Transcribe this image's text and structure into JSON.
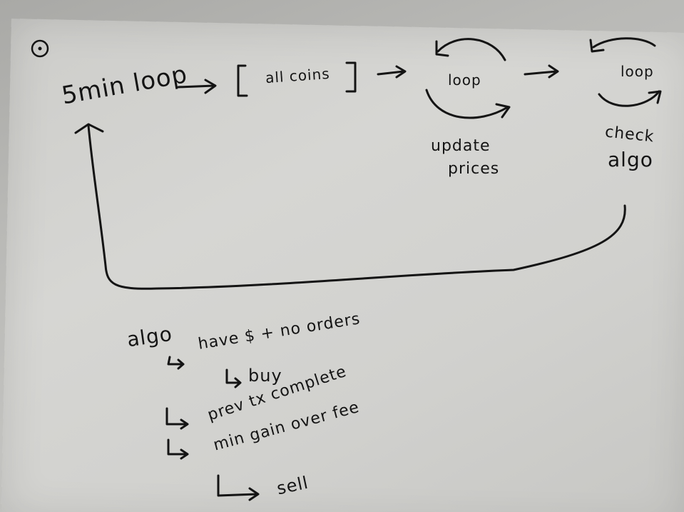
{
  "diagram": {
    "loop_5min": "5min loop",
    "all_coins": "all coins",
    "inner_loop_1": "loop",
    "update_prices": [
      "update",
      "prices"
    ],
    "inner_loop_2": "loop",
    "check_algo": [
      "check",
      "algo"
    ]
  },
  "notes": {
    "heading": "algo",
    "lines": [
      "have $ + no orders",
      "buy",
      "prev tx complete",
      "min gain over fee",
      "sell"
    ]
  }
}
